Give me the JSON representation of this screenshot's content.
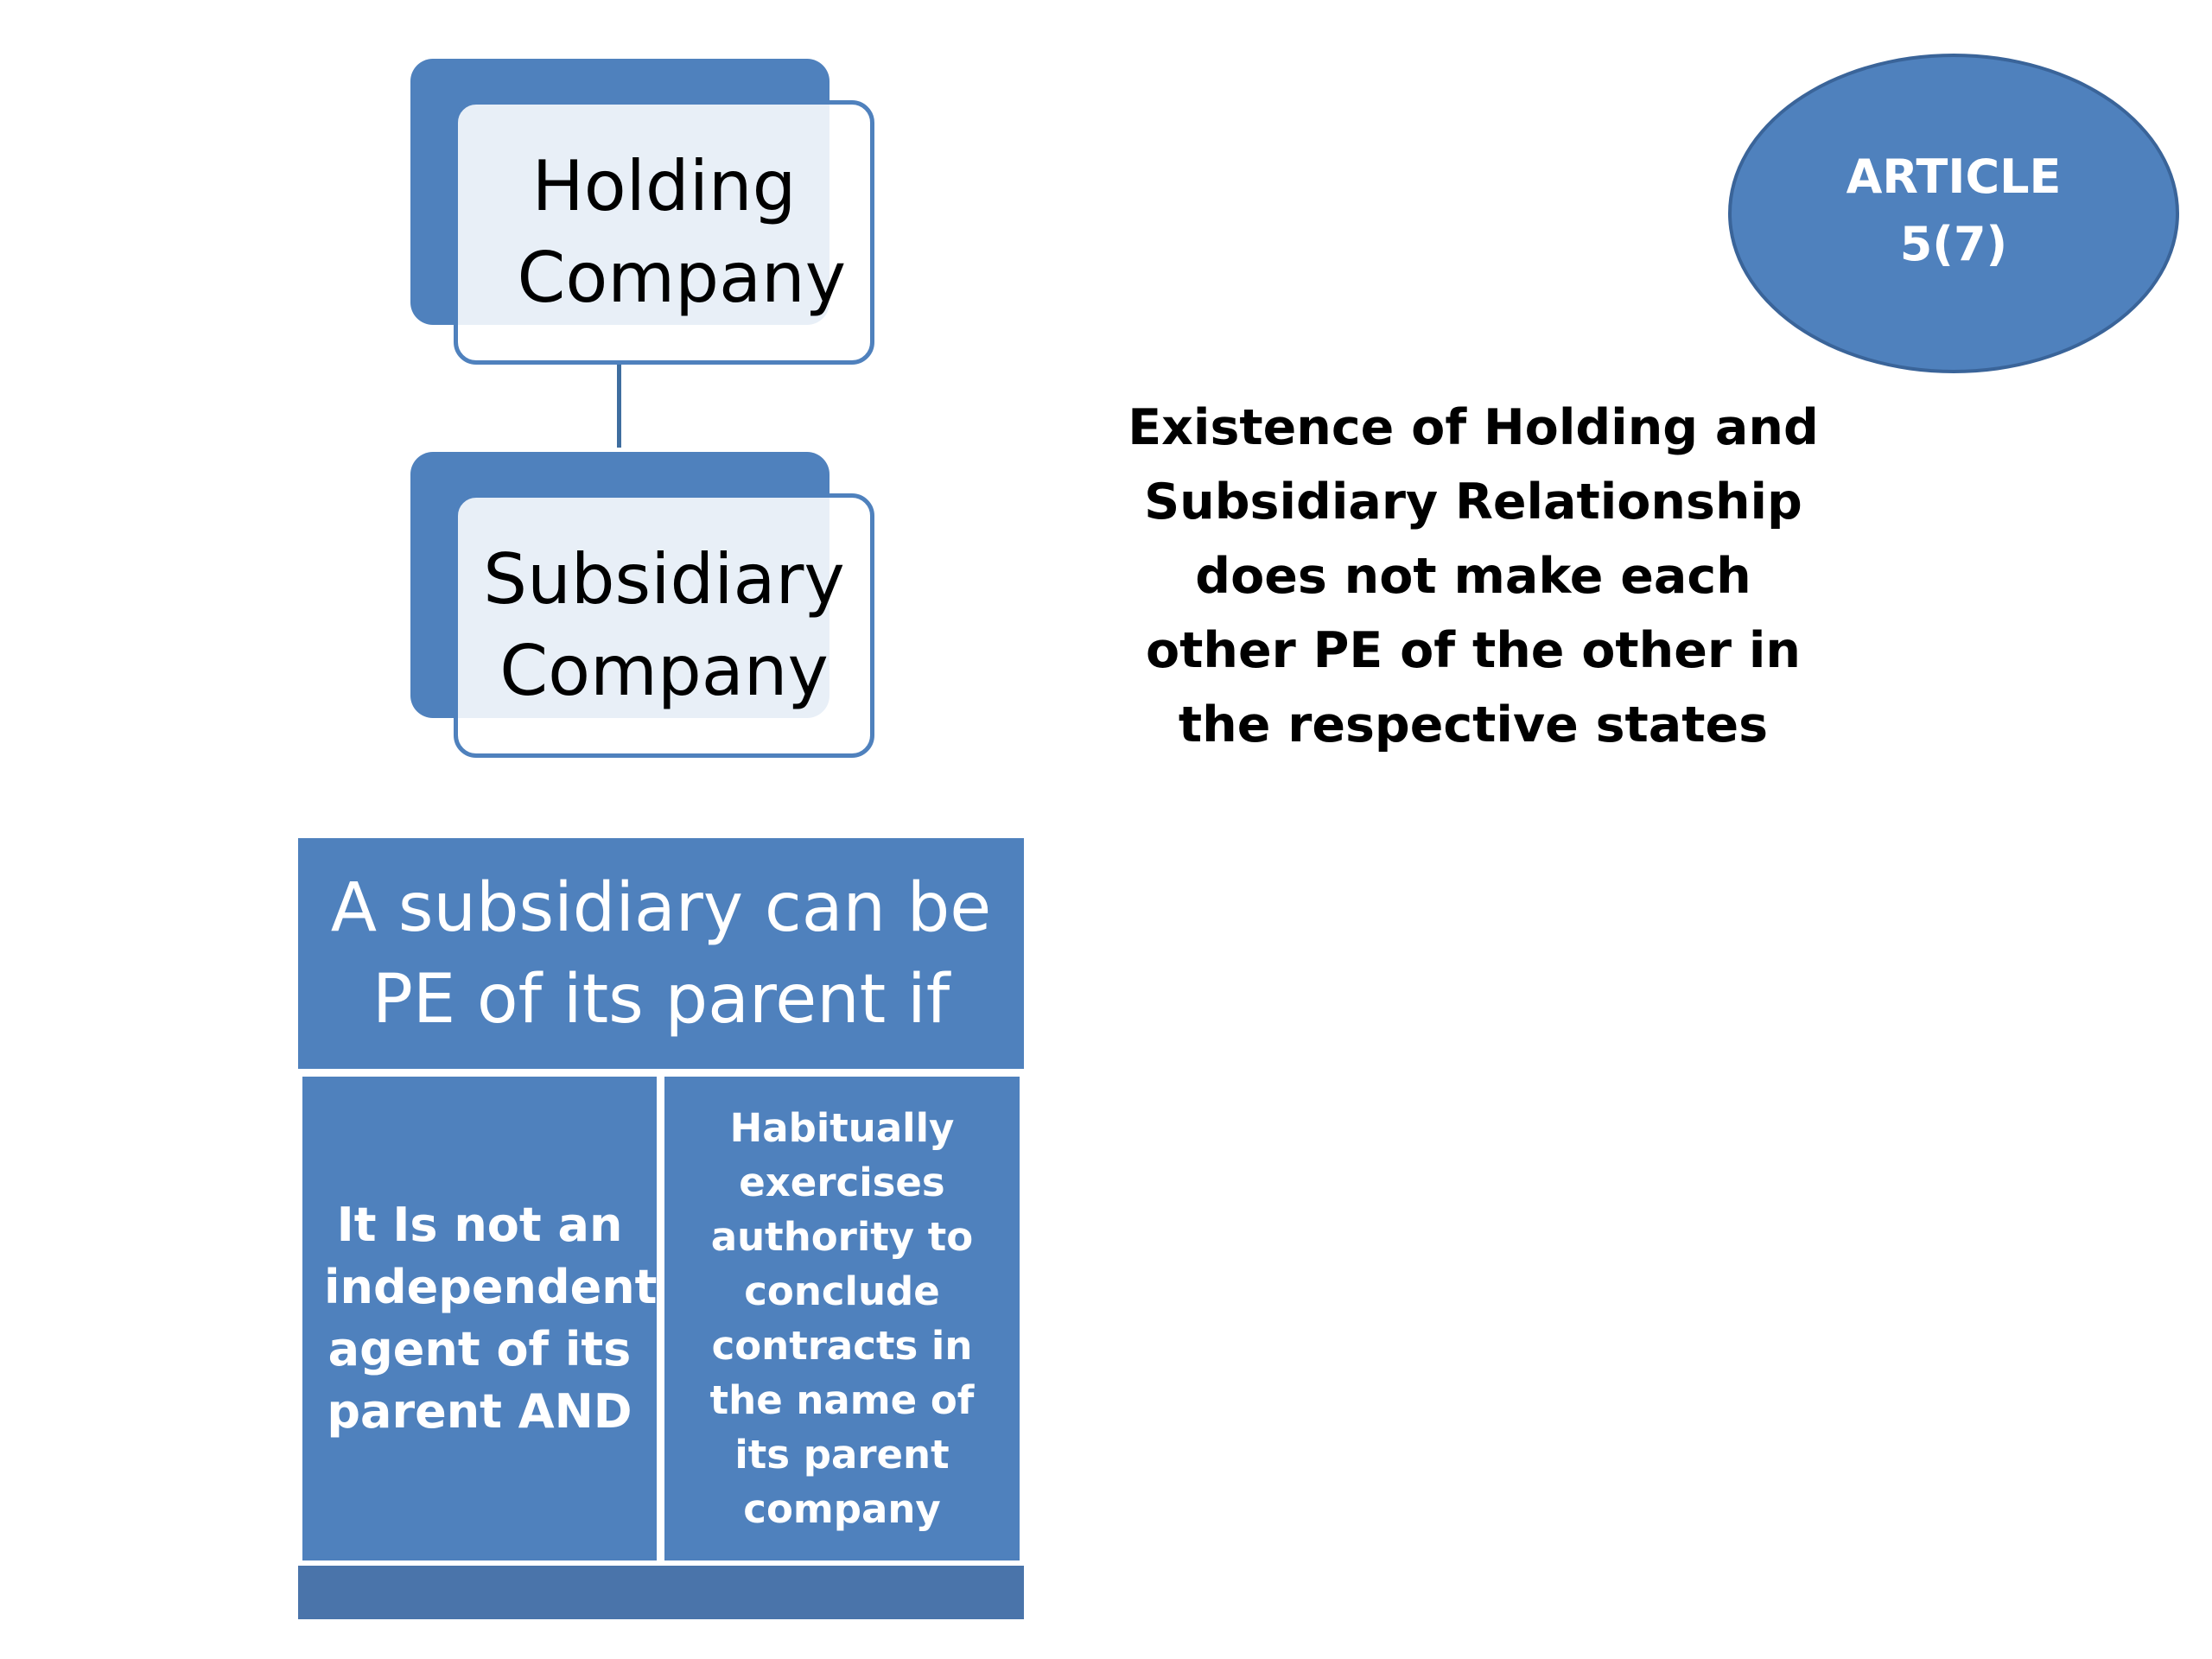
{
  "holding_company": {
    "label": "Holding Company"
  },
  "subsidiary_company": {
    "label": "Subsidiary Company"
  },
  "condition_table": {
    "heading": "A subsidiary can be PE of its parent if",
    "conditions": [
      "It Is not an independent agent of its parent AND",
      "Habitually exercises authority to conclude contracts in the name of its parent company"
    ]
  },
  "article_badge": {
    "label": "ARTICLE 5(7)"
  },
  "statement": {
    "text": "Existence of Holding and Subsidiary Relationship does not make each other PE of the other in the respective states"
  },
  "colors": {
    "accent": "#4f81bd",
    "accent_dark": "#3a6499",
    "text": "#000000",
    "on_accent": "#ffffff"
  }
}
